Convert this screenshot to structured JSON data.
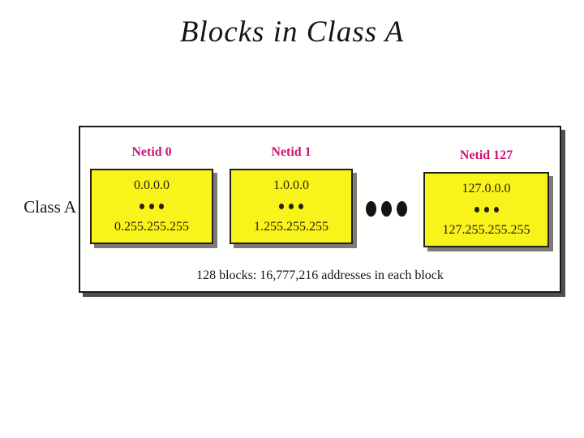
{
  "slide": {
    "title": "Blocks in Class A"
  },
  "diagram": {
    "class_label": "Class A",
    "blocks": [
      {
        "netid": "Netid 0",
        "first_address": "0.0.0.0",
        "ellipsis": "...",
        "last_address": "0.255.255.255"
      },
      {
        "netid": "Netid 1",
        "first_address": "1.0.0.0",
        "ellipsis": "...",
        "last_address": "1.255.255.255"
      },
      {
        "netid": "Netid 127",
        "first_address": "127.0.0.0",
        "ellipsis": "...",
        "last_address": "127.255.255.255"
      }
    ],
    "blocks_separator": "...",
    "caption": "128 blocks: 16,777,216 addresses in each block",
    "colors": {
      "netid_label": "#cb1277",
      "block_fill": "#f9f31c",
      "block_border": "#242014",
      "block_text": "#262103",
      "frame_border": "#1a1a1a",
      "shadow": "#7b7b7b",
      "title_text": "#141414"
    }
  }
}
